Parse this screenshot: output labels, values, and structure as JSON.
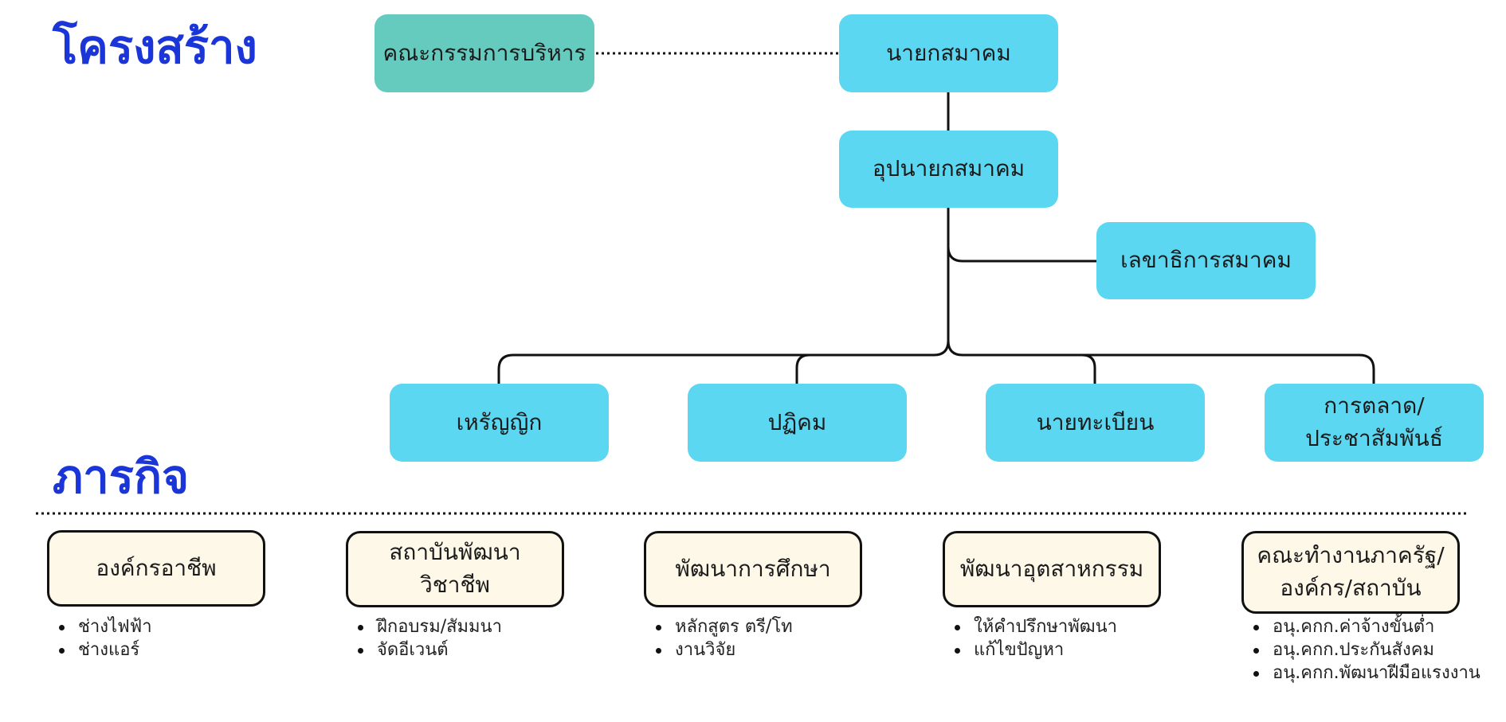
{
  "structure": {
    "heading": "โครงสร้าง",
    "executive_committee": "คณะกรรมการบริหาร",
    "president": "นายกสมาคม",
    "vice_president": "อุปนายกสมาคม",
    "secretary_general": "เลขาธิการสมาคม",
    "positions": [
      {
        "label": "เหรัญญิก"
      },
      {
        "label": "ปฏิคม"
      },
      {
        "label": "นายทะเบียน"
      },
      {
        "label": "การตลาด/ ประชาสัมพันธ์"
      }
    ]
  },
  "mission": {
    "heading": "ภารกิจ",
    "items": [
      {
        "label": "องค์กรอาชีพ",
        "bullets": [
          "ช่างไฟฟ้า",
          "ช่างแอร์"
        ]
      },
      {
        "label": "สถาบันพัฒนาวิชาชีพ",
        "bullets": [
          "ฝึกอบรม/สัมมนา",
          "จัดอีเวนต์"
        ]
      },
      {
        "label": "พัฒนาการศึกษา",
        "bullets": [
          "หลักสูตร ตรี/โท",
          "งานวิจัย"
        ]
      },
      {
        "label": "พัฒนาอุตสาหกรรม",
        "bullets": [
          "ให้คำปรึกษาพัฒนา",
          "แก้ไขปัญหา"
        ]
      },
      {
        "label": "คณะทำงานภาครัฐ/ องค์กร/สถาบัน",
        "bullets": [
          "อนุ.คกก.ค่าจ้างขั้นต่ำ",
          "อนุ.คกก.ประกันสังคม",
          "อนุ.คกก.พัฒนาฝีมือแรงงาน"
        ]
      }
    ]
  },
  "colors": {
    "heading": "#1a35d8",
    "box_blue": "#5cd7f2",
    "box_teal": "#66cbbf",
    "box_cream": "#fef8e8",
    "line": "#111111"
  }
}
